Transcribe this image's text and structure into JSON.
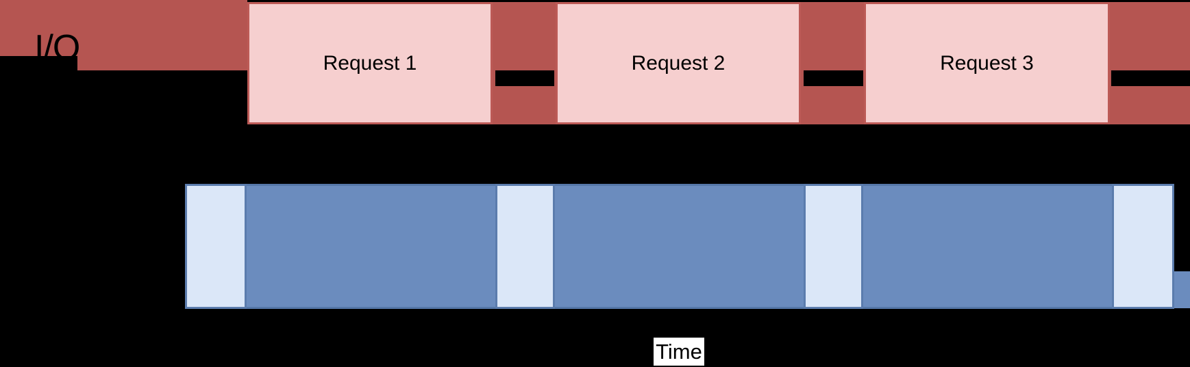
{
  "io_row": {
    "label": "I/O"
  },
  "requests": [
    {
      "label": "Request 1"
    },
    {
      "label": "Request 2"
    },
    {
      "label": "Request 3"
    }
  ],
  "time_axis": {
    "label": "Time"
  },
  "colors": {
    "background": "#000000",
    "io_band_red": "#b55551",
    "request_fill": "#f6cfcf",
    "request_border": "#bc5a56",
    "processing_fill": "#6b8cbe",
    "processing_border": "#5577a8",
    "idle_segment_fill": "#dbe7f8",
    "idle_segment_border": "#5b7cad",
    "connector_black": "#000000",
    "time_label_bg": "#ffffff",
    "text": "#000000"
  }
}
